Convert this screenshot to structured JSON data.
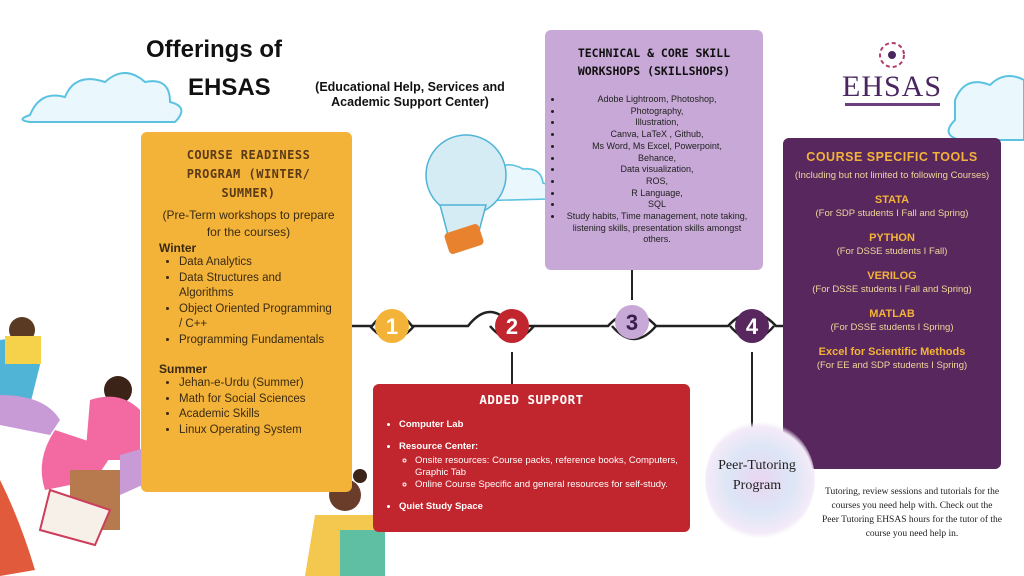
{
  "title": {
    "line1": "Offerings of",
    "line2": "EHSAS",
    "subtitle": "(Educational Help, Services and Academic Support Center)"
  },
  "logo": {
    "text": "EHSAS"
  },
  "course_readiness": {
    "title": "COURSE READINESS PROGRAM (WINTER/ SUMMER)",
    "intro": "(Pre-Term workshops to prepare for the courses)",
    "winter_label": "Winter",
    "winter_items": [
      "Data Analytics",
      "Data Structures and Algorithms",
      "Object Oriented Programming / C++",
      "Programming Fundamentals"
    ],
    "summer_label": "Summer",
    "summer_items": [
      "Jehan-e-Urdu (Summer)",
      "Math for Social Sciences",
      "Academic Skills",
      "Linux Operating System"
    ]
  },
  "skillshops": {
    "title": "TECHNICAL & CORE SKILL WORKSHOPS (SKILLSHOPS)",
    "items": [
      "Adobe Lightroom, Photoshop,",
      "Photography,",
      "Illustration,",
      "Canva, LaTeX , Github,",
      "Ms Word, Ms Excel, Powerpoint,",
      "Behance,",
      "Data visualization,",
      "ROS,",
      "R Language,",
      "SQL",
      "Study habits, Time management, note taking, listening skills, presentation skills amongst others."
    ]
  },
  "course_tools": {
    "title": "COURSE SPECIFIC TOOLS",
    "subtitle": "(Including but not limited to following Courses)",
    "tools": [
      {
        "name": "STATA",
        "desc": "(For SDP students I Fall and Spring)"
      },
      {
        "name": "PYTHON",
        "desc": "(For DSSE students I Fall)"
      },
      {
        "name": "VERILOG",
        "desc": "(For DSSE students I Fall and Spring)"
      },
      {
        "name": "MATLAB",
        "desc": "(For DSSE students I Spring)"
      },
      {
        "name": "Excel for Scientific Methods",
        "desc": "(For EE and SDP students I Spring)"
      }
    ]
  },
  "added_support": {
    "title": "ADDED SUPPORT",
    "computer_lab": "Computer Lab",
    "resource_center": "Resource Center:",
    "resource_items": [
      "Onsite resources: Course packs, reference books, Computers, Graphic Tab",
      "Online Course Specific and general resources for self-study."
    ],
    "quiet_space": "Quiet Study Space"
  },
  "timeline": {
    "steps": [
      "1",
      "2",
      "3",
      "4"
    ],
    "colors": [
      "#f3b339",
      "#c1252d",
      "#c7a8d6",
      "#57275e"
    ]
  },
  "peer": {
    "title": "Peer-Tutoring Program",
    "note": "Tutoring, review sessions and tutorials for the courses you need help with. Check out the Peer Tutoring EHSAS hours for the tutor of the course you need help in."
  }
}
